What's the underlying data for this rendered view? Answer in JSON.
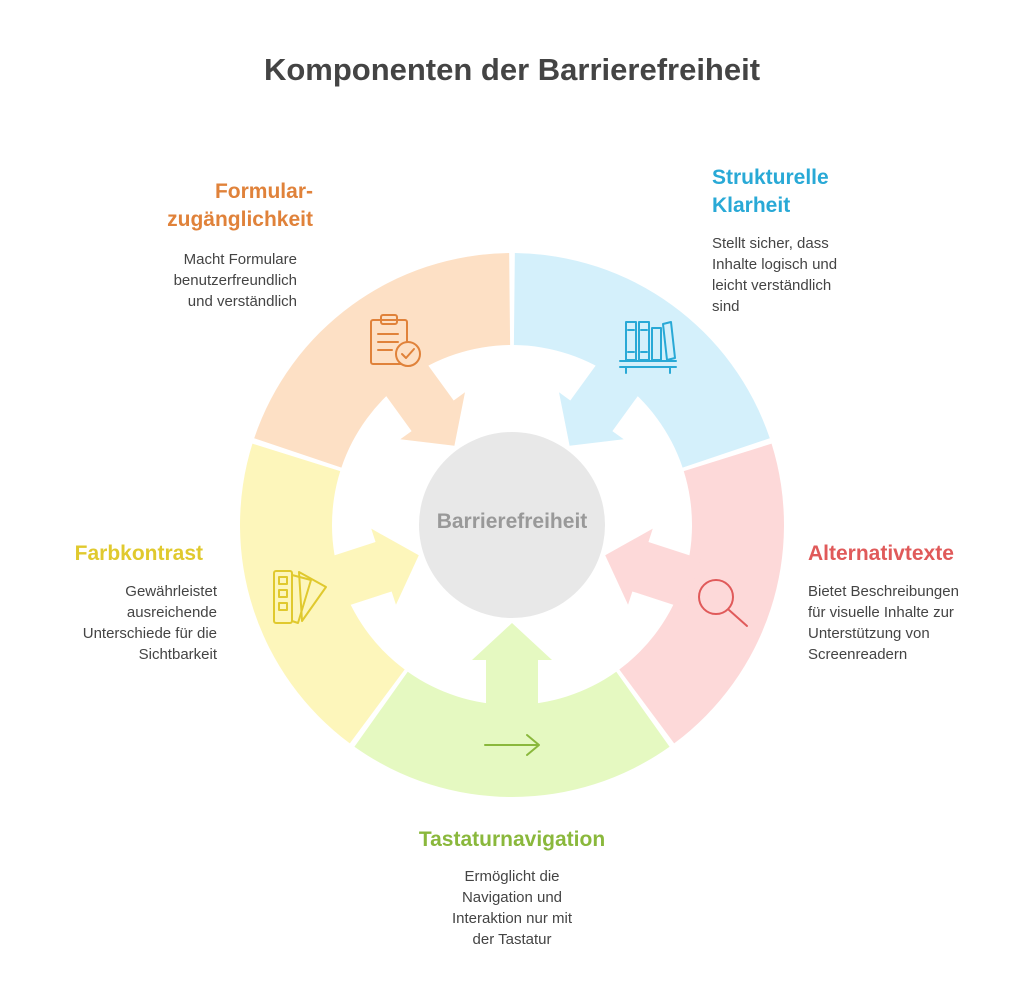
{
  "title": "Komponenten der Barrierefreiheit",
  "center": {
    "label": "Barrierefreiheit",
    "color": "#e8e8e8",
    "text_color": "#999999"
  },
  "components": [
    {
      "key": "formular",
      "title": "Formular-\nzugänglichkeit",
      "description": "Macht Formulare\nbenutzerfreundlich\nund verständlich",
      "icon": "clipboard-check-icon",
      "fill": "#fde0c5",
      "accent": "#e0823a"
    },
    {
      "key": "struktur",
      "title": "Strukturelle\nKlarheit",
      "description": "Stellt sicher, dass\nInhalte logisch und\nleicht verständlich\nsind",
      "icon": "bookshelf-icon",
      "fill": "#d4f0fb",
      "accent": "#29a9d6"
    },
    {
      "key": "alt",
      "title": "Alternativtexte",
      "description": "Bietet Beschreibungen\nfür visuelle Inhalte zur\nUnterstützung von\nScreenreadern",
      "icon": "magnifier-icon",
      "fill": "#fdd9d9",
      "accent": "#e05a5a"
    },
    {
      "key": "tastatur",
      "title": "Tastaturnavigation",
      "description": "Ermöglicht die\nNavigation und\nInteraktion nur mit\nder Tastatur",
      "icon": "arrow-right-icon",
      "fill": "#e5f9c1",
      "accent": "#8ab83c"
    },
    {
      "key": "farbe",
      "title": "Farbkontrast",
      "description": "Gewährleistet\nausreichende\nUnterschiede für die\nSichtbarkeit",
      "icon": "color-swatch-icon",
      "fill": "#fdf6bb",
      "accent": "#e0c92e"
    }
  ]
}
